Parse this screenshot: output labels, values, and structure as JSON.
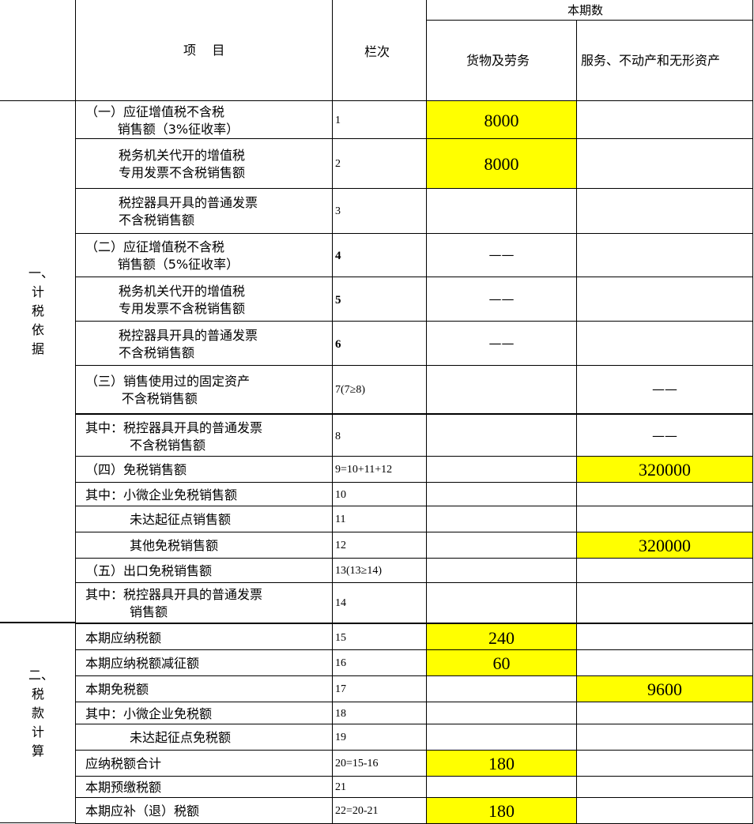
{
  "header": {
    "project": "项    目",
    "column_no": "栏次",
    "current_period": "本期数",
    "goods_services": "货物及劳务",
    "services_realestate": "服务、不动产和无形资产"
  },
  "sections": {
    "s1": "一、计税依据",
    "s2": "二、税款计算"
  },
  "rows": [
    {
      "item": "（一）应征增值税不含税\n        销售额（3%征收率）",
      "no": "1",
      "goods": "8000",
      "services": ""
    },
    {
      "item": "税务机关代开的增值税\n专用发票不含税销售额",
      "no": "2",
      "goods": "8000",
      "services": ""
    },
    {
      "item": "税控器具开具的普通发票\n不含税销售额",
      "no": "3",
      "goods": "",
      "services": ""
    },
    {
      "item": "（二）应征增值税不含税\n        销售额（5%征收率）",
      "no": "4",
      "goods": "——",
      "services": ""
    },
    {
      "item": "税务机关代开的增值税\n专用发票不含税销售额",
      "no": "5",
      "goods": "——",
      "services": ""
    },
    {
      "item": "税控器具开具的普通发票\n不含税销售额",
      "no": "6",
      "goods": "——",
      "services": ""
    },
    {
      "item": "（三）销售使用过的固定资产\n         不含税销售额",
      "no": "7(7≥8)",
      "goods": "",
      "services": "——"
    },
    {
      "item": "其中：税控器具开具的普通发票\n           不含税销售额",
      "no": "8",
      "goods": "",
      "services": "——"
    },
    {
      "item": "（四）免税销售额",
      "no": "9=10+11+12",
      "goods": "",
      "services": "320000"
    },
    {
      "item": "其中：小微企业免税销售额",
      "no": "10",
      "goods": "",
      "services": ""
    },
    {
      "item": "           未达起征点销售额",
      "no": "11",
      "goods": "",
      "services": ""
    },
    {
      "item": "           其他免税销售额",
      "no": "12",
      "goods": "",
      "services": "320000"
    },
    {
      "item": "（五）出口免税销售额",
      "no": "13(13≥14)",
      "goods": "",
      "services": ""
    },
    {
      "item": "其中：税控器具开具的普通发票\n           销售额",
      "no": "14",
      "goods": "",
      "services": ""
    },
    {
      "item": "本期应纳税额",
      "no": "15",
      "goods": "240",
      "services": ""
    },
    {
      "item": "本期应纳税额减征额",
      "no": "16",
      "goods": "60",
      "services": ""
    },
    {
      "item": "本期免税额",
      "no": "17",
      "goods": "",
      "services": "9600"
    },
    {
      "item": "其中：小微企业免税额",
      "no": "18",
      "goods": "",
      "services": ""
    },
    {
      "item": "           未达起征点免税额",
      "no": "19",
      "goods": "",
      "services": ""
    },
    {
      "item": "应纳税额合计",
      "no": "20=15-16",
      "goods": "180",
      "services": ""
    },
    {
      "item": "本期预缴税额",
      "no": "21",
      "goods": "",
      "services": ""
    },
    {
      "item": "本期应补（退）税额",
      "no": "22=20-21",
      "goods": "180",
      "services": ""
    }
  ],
  "colors": {
    "highlight": "#ffff00",
    "grid": "#000000"
  }
}
